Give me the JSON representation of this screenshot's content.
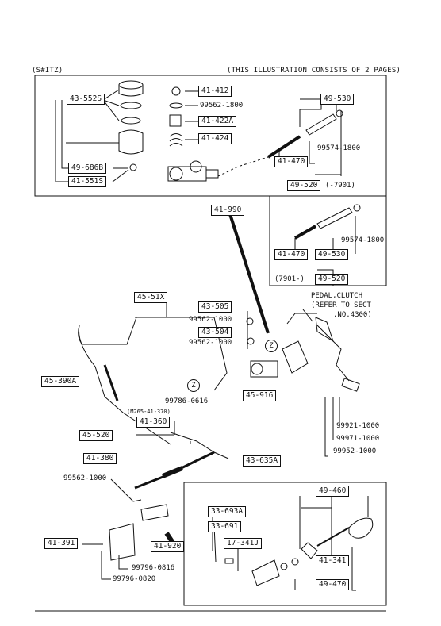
{
  "header": {
    "model_code": "(S#ITZ)",
    "pages_note": "(THIS ILLUSTRATION CONSISTS OF  2 PAGES)"
  },
  "labels": {
    "l_43552s": "43-552S",
    "l_41412": "41-412",
    "l_99562_1800": "99562-1800",
    "l_41422a": "41-422A",
    "l_41424": "41-424",
    "l_49530a": "49-530",
    "l_99574_1800a": "99574-1800",
    "l_41470a": "41-470",
    "l_49686b": "49-686B",
    "l_41551s": "41-551S",
    "l_49520a": "49-520",
    "l_7901a": "(-7901)",
    "l_41990": "41-990",
    "l_99574_1800b": "99574-1800",
    "l_41470b": "41-470",
    "l_49530b": "49-530",
    "l_7901b": "(7901-)",
    "l_49520b": "49-520",
    "l_4551x": "45-51X",
    "l_43505": "43-505",
    "l_99562_1000a": "99562-1000",
    "l_43504": "43-504",
    "l_99562_1000b": "99562-1000",
    "pedal_note_1": "PEDAL,CLUTCH",
    "pedal_note_2": "(REFER TO SECT",
    "pedal_note_3": ".NO.4300)",
    "l_45390a": "45-390A",
    "l_45916": "45-916",
    "l_99786_0616": "99786-0616",
    "l_m265": "(M265-41-370)",
    "l_41360": "41-360",
    "l_45520": "45-520",
    "l_99921_1000": "99921-1000",
    "l_99971_1000": "99971-1000",
    "l_99952_1000": "99952-1000",
    "l_41380": "41-380",
    "l_43635a": "43-635A",
    "l_99562_1000c": "99562-1000",
    "l_49460": "49-460",
    "l_33693a": "33-693A",
    "l_33691": "33-691",
    "l_17341j": "17-341J",
    "l_41391": "41-391",
    "l_41920": "41-920",
    "l_41341": "41-341",
    "l_99796_0816": "99796-0816",
    "l_99796_0820": "99796-0820",
    "l_49470": "49-470",
    "z_mark": "Z"
  }
}
